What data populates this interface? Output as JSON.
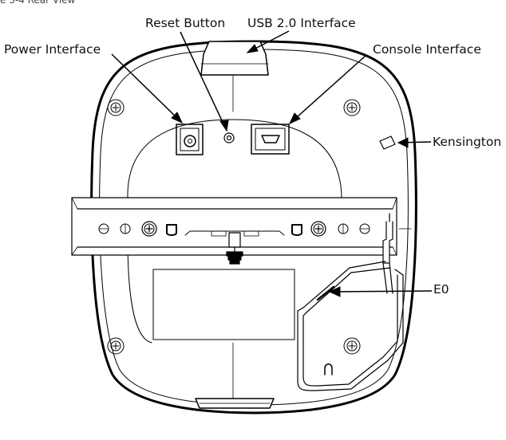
{
  "figure": {
    "caption_fragment": "e 3-4 Rear View"
  },
  "labels": {
    "power": "Power Interface",
    "reset": "Reset Button",
    "usb": "USB 2.0 Interface",
    "console": "Console Interface",
    "kensington": "Kensington",
    "e0": "E0"
  },
  "colors": {
    "line": "#000000",
    "background": "#ffffff"
  }
}
